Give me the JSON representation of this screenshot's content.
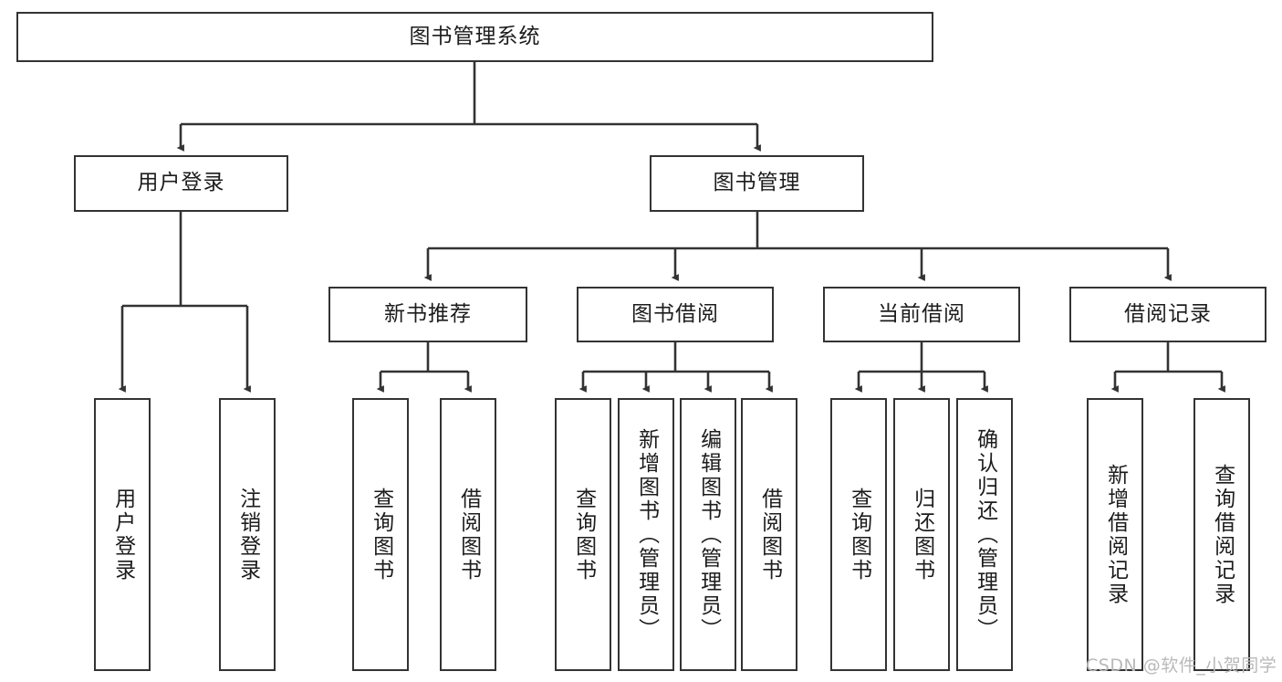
{
  "diagram": {
    "title": "图书管理系统",
    "type": "tree",
    "watermark": "CSDN @软件_小贺同学",
    "colors": {
      "stroke": "#333333",
      "background": "#ffffff",
      "text": "#1c1c1c",
      "watermark": "#b9b9b9"
    },
    "root": {
      "label": "图书管理系统"
    },
    "level2": [
      {
        "label": "用户登录"
      },
      {
        "label": "图书管理"
      }
    ],
    "level3": [
      {
        "label": "新书推荐"
      },
      {
        "label": "图书借阅"
      },
      {
        "label": "当前借阅"
      },
      {
        "label": "借阅记录"
      }
    ],
    "leaves": {
      "user_login": [
        {
          "label": "用户登录"
        },
        {
          "label": "注销登录"
        }
      ],
      "new_book_recommend": [
        {
          "label": "查询图书"
        },
        {
          "label": "借阅图书"
        }
      ],
      "book_borrow": [
        {
          "label": "查询图书"
        },
        {
          "label": "新增图书（管理员）"
        },
        {
          "label": "编辑图书（管理员）"
        },
        {
          "label": "借阅图书"
        }
      ],
      "current_borrow": [
        {
          "label": "查询图书"
        },
        {
          "label": "归还图书"
        },
        {
          "label": "确认归还（管理员）"
        }
      ],
      "borrow_record": [
        {
          "label": "新增借阅记录"
        },
        {
          "label": "查询借阅记录"
        }
      ]
    }
  }
}
